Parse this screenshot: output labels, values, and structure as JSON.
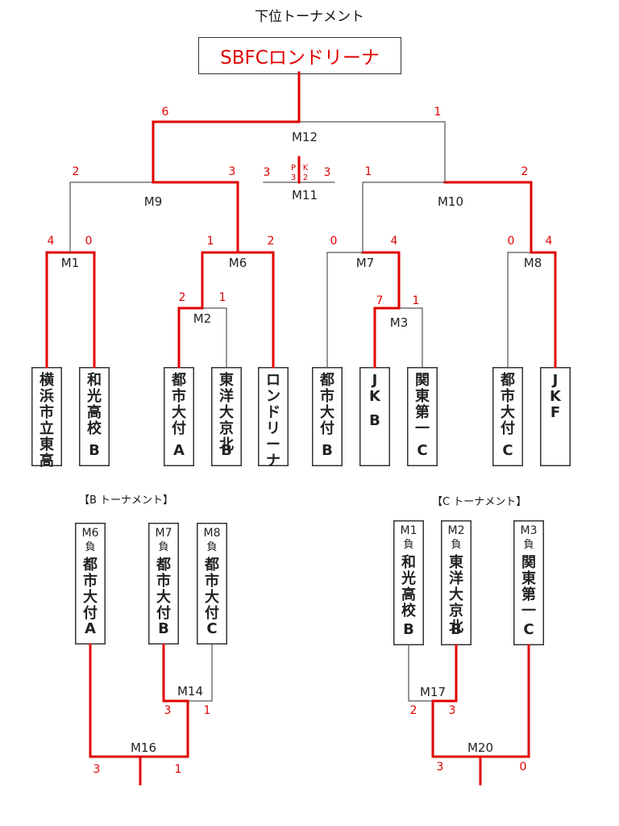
{
  "title": "下位トーナメント",
  "champion": "SBFCロンドリーナ",
  "colors": {
    "win": "#e00000",
    "line": "#555555",
    "text": "#222222"
  },
  "b_section_label": "【B トーナメント】",
  "c_section_label": "【C トーナメント】",
  "teams": [
    {
      "name": "横浜市立東高"
    },
    {
      "name": "和光高校",
      "tag": "B"
    },
    {
      "name": "都市大付",
      "tag": "A"
    },
    {
      "name": "東洋大京北",
      "tag": "B"
    },
    {
      "name": "ロンドリーナ"
    },
    {
      "name": "都市大付",
      "tag": "B"
    },
    {
      "name": "JKF",
      "tag": "B"
    },
    {
      "name": "関東第一",
      "tag": "C"
    },
    {
      "name": "都市大付",
      "tag": "C"
    },
    {
      "name": "JKF"
    }
  ],
  "b_entries": [
    {
      "note": "M6負",
      "name": "都市大付",
      "tag": "A"
    },
    {
      "note": "M7負",
      "name": "都市大付",
      "tag": "B"
    },
    {
      "note": "M8負",
      "name": "都市大付",
      "tag": "C"
    }
  ],
  "c_entries": [
    {
      "note": "M1負",
      "name": "和光高校",
      "tag": "B"
    },
    {
      "note": "M2負",
      "name": "東洋大京北",
      "tag": "B"
    },
    {
      "note": "M3負",
      "name": "関東第一",
      "tag": "C"
    }
  ],
  "matches": [
    {
      "id": "M1",
      "scores": [
        "4",
        "0"
      ]
    },
    {
      "id": "M2",
      "scores": [
        "2",
        "1"
      ]
    },
    {
      "id": "M3",
      "scores": [
        "7",
        "1"
      ]
    },
    {
      "id": "M6",
      "scores": [
        "1",
        "2"
      ]
    },
    {
      "id": "M7",
      "scores": [
        "0",
        "4"
      ]
    },
    {
      "id": "M8",
      "scores": [
        "0",
        "4"
      ]
    },
    {
      "id": "M9",
      "scores": [
        "2",
        "3"
      ]
    },
    {
      "id": "M10",
      "scores": [
        "1",
        "2"
      ]
    },
    {
      "id": "M11",
      "scores": [
        "3",
        "3"
      ],
      "pk_label": [
        "P",
        "K"
      ],
      "pk_scores": [
        "3",
        "2"
      ]
    },
    {
      "id": "M12",
      "scores": [
        "6",
        "1"
      ]
    },
    {
      "id": "M14",
      "scores": [
        "3",
        "1"
      ]
    },
    {
      "id": "M16",
      "scores": [
        "3",
        "1"
      ]
    },
    {
      "id": "M17",
      "scores": [
        "2",
        "3"
      ]
    },
    {
      "id": "M20",
      "scores": [
        "3",
        "0"
      ]
    }
  ]
}
